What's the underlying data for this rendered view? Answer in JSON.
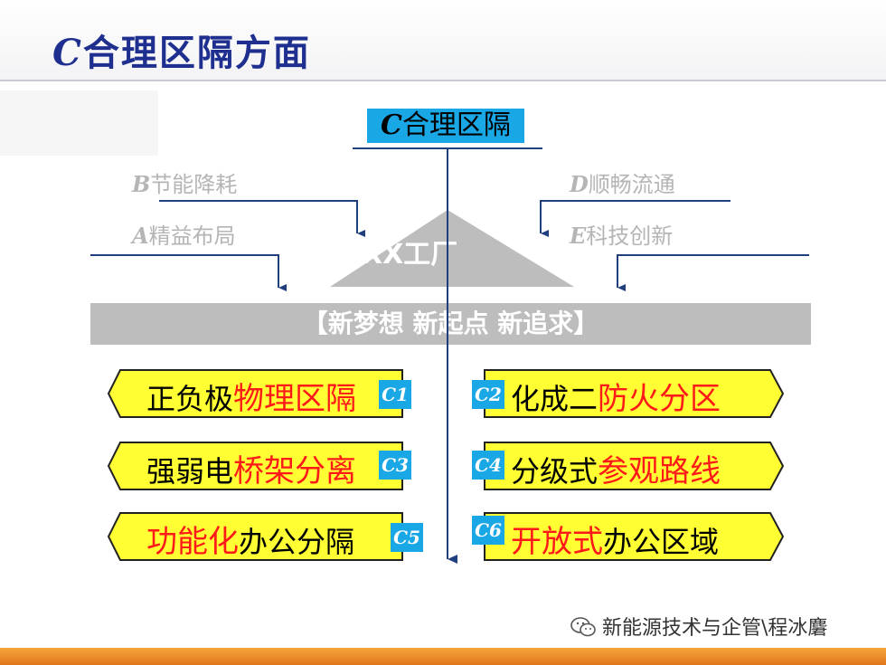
{
  "header": {
    "title_prefix": "C",
    "title_text": "合理区隔方面"
  },
  "center_tag": {
    "prefix": "C",
    "text": "合理区隔"
  },
  "side_labels": {
    "b": {
      "letter": "B",
      "text": "节能降耗"
    },
    "a": {
      "letter": "A",
      "text": "精益布局"
    },
    "d": {
      "letter": "D",
      "text": "顺畅流通"
    },
    "e": {
      "letter": "E",
      "text": "科技创新"
    }
  },
  "factory": "XX工厂",
  "banner": "【新梦想 新起点 新追求】",
  "items": {
    "c1": {
      "code": "C1",
      "plain": "正负极",
      "highlight": "物理区隔",
      "after": ""
    },
    "c2": {
      "code": "C2",
      "plain": "化成二",
      "highlight": "防火分区",
      "after": ""
    },
    "c3": {
      "code": "C3",
      "plain": "强弱电",
      "highlight": "桥架分离",
      "after": ""
    },
    "c4": {
      "code": "C4",
      "plain": "分级式",
      "highlight": "参观路线",
      "after": ""
    },
    "c5": {
      "code": "C5",
      "plain": "",
      "highlight": "功能化",
      "after": "办公分隔"
    },
    "c6": {
      "code": "C6",
      "plain": "",
      "highlight": "开放式",
      "after": "办公区域"
    }
  },
  "watermark": "新能源技术与企管\\程冰麏",
  "colors": {
    "pill_fill": "#ffff33",
    "accent_blue": "#1aa7e6",
    "title_blue": "#1f2f8f",
    "highlight_red": "#ff1a1a",
    "banner_gray": "#bdbdbd",
    "arrow_blue": "#1f3f7f"
  }
}
